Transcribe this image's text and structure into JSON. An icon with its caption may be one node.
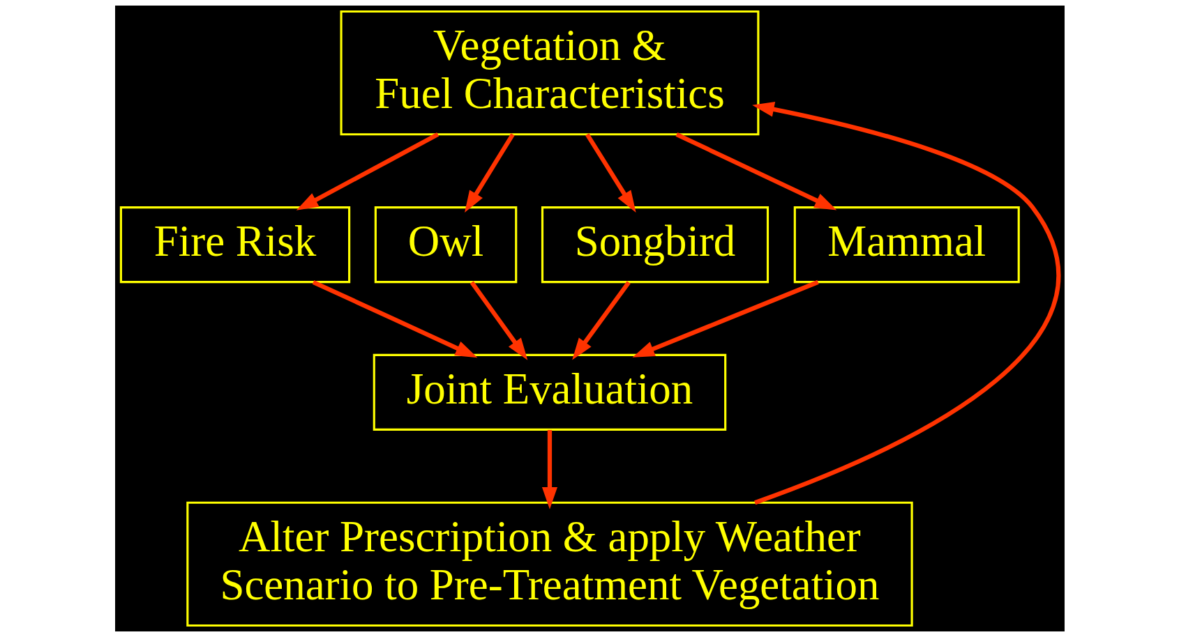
{
  "diagram": {
    "nodes": [
      {
        "text": [
          "Vegetation & Fuel Characteristics"
        ]
      },
      {
        "text": [
          "Fire Risk"
        ]
      },
      {
        "text": [
          "Owl"
        ]
      },
      {
        "text": [
          "Songbird"
        ]
      },
      {
        "text": [
          "Mammal"
        ]
      },
      {
        "text": [
          "Joint Evaluation"
        ]
      },
      {
        "text": [
          "Alter Prescription & apply Weather Scenario to Pre-Treatment Vegetation"
        ]
      }
    ],
    "edges": [
      {
        "from": 0,
        "to": 1,
        "arrow": "to"
      },
      {
        "from": 0,
        "to": 2,
        "arrow": "to"
      },
      {
        "from": 0,
        "to": 3,
        "arrow": "to"
      },
      {
        "from": 0,
        "to": 4,
        "arrow": "to"
      },
      {
        "from": 1,
        "to": 5,
        "arrow": "to"
      },
      {
        "from": 2,
        "to": 5,
        "arrow": "to"
      },
      {
        "from": 3,
        "to": 5,
        "arrow": "to"
      },
      {
        "from": 4,
        "to": 5,
        "arrow": "to"
      },
      {
        "from": 5,
        "to": 6,
        "arrow": "to"
      },
      {
        "from": 6,
        "to": 0,
        "arrow": "to"
      }
    ]
  }
}
